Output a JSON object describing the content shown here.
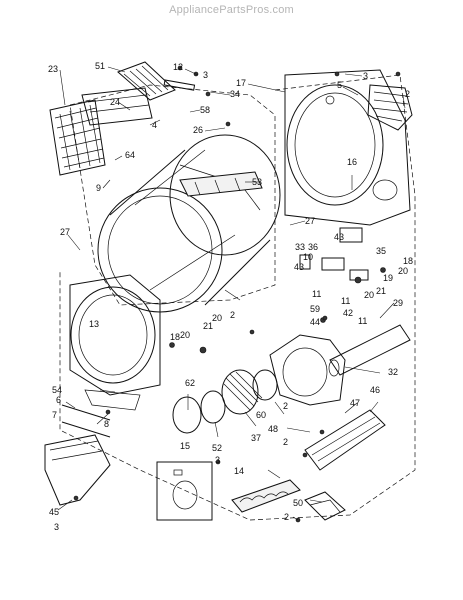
{
  "watermark": "AppliancePartsPros.com",
  "callouts": [
    "51",
    "12",
    "3",
    "23",
    "24",
    "58",
    "4",
    "34",
    "17",
    "3",
    "5",
    "2",
    "26",
    "64",
    "9",
    "53",
    "16",
    "27",
    "27",
    "33",
    "36",
    "43",
    "35",
    "18",
    "10",
    "19",
    "20",
    "43",
    "21",
    "20",
    "11",
    "59",
    "11",
    "42",
    "29",
    "13",
    "2",
    "44",
    "11",
    "20",
    "21",
    "18",
    "20",
    "32",
    "54",
    "62",
    "46",
    "6",
    "8",
    "7",
    "47",
    "60",
    "52",
    "37",
    "2",
    "48",
    "3",
    "15",
    "2",
    "14",
    "45",
    "50",
    "3",
    "2"
  ]
}
